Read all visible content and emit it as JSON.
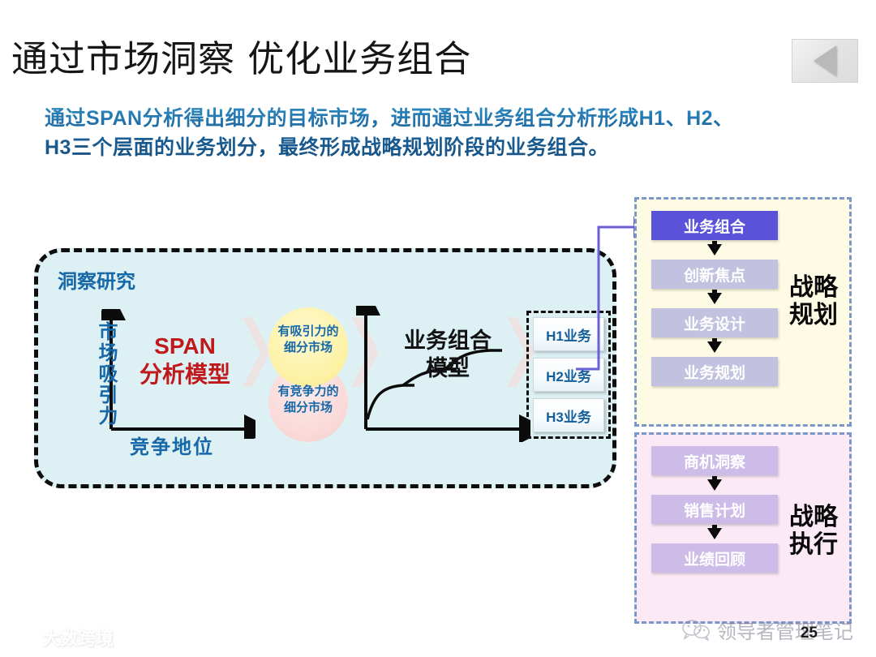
{
  "header": {
    "title": "通过市场洞察 优化业务组合",
    "nav_back_icon": "triangle-left-icon"
  },
  "subtitle": {
    "line1": "通过SPAN分析得出细分的目标市场，进而通过业务组合分析形成H1、H2、",
    "line2": "H3三个层面的业务划分，最终形成战略规划阶段的业务组合。",
    "color": "#1b5f96"
  },
  "insight_panel": {
    "title": "洞察研究",
    "span_chart": {
      "y_axis_label": "市场吸引力",
      "x_axis_label": "竞争地位",
      "model_label_line1": "SPAN",
      "model_label_line2": "分析模型",
      "model_label_color": "#c0191b"
    },
    "segments": {
      "attractive": "有吸引力的细分市场",
      "attractive_line1": "有吸引力的",
      "attractive_line2": "细分市场",
      "attractive_color": "#fae98c",
      "competitive": "有竞争力的细分市场",
      "competitive_line1": "有竞争力的",
      "competitive_line2": "细分市场",
      "competitive_color": "#f7cfcf"
    },
    "portfolio_chart": {
      "label_line1": "业务组合",
      "label_line2": "模型"
    },
    "horizons": [
      {
        "label": "H1业务"
      },
      {
        "label": "H2业务"
      },
      {
        "label": "H3业务"
      }
    ]
  },
  "planning_panel": {
    "stage_label_line1": "战略",
    "stage_label_line2": "规划",
    "background": "#fdfbe4",
    "steps": [
      {
        "label": "业务组合",
        "highlighted": true,
        "color": "#5a52d8"
      },
      {
        "label": "创新焦点",
        "highlighted": false,
        "color": "#c2c2e0"
      },
      {
        "label": "业务设计",
        "highlighted": false,
        "color": "#c2c2e0"
      },
      {
        "label": "业务规划",
        "highlighted": false,
        "color": "#c2c2e0"
      }
    ]
  },
  "execution_panel": {
    "stage_label_line1": "战略",
    "stage_label_line2": "执行",
    "background": "#fbe9f6",
    "steps": [
      {
        "label": "商机洞察",
        "color": "#cdbbe8"
      },
      {
        "label": "销售计划",
        "color": "#cdbbe8"
      },
      {
        "label": "业绩回顾",
        "color": "#cdbbe8"
      }
    ]
  },
  "footer": {
    "watermark_left": "大数跨境",
    "watermark_left_icon": "logo-icon",
    "watermark_right": "领导者管理笔记",
    "watermark_right_icon": "wechat-icon",
    "page_number": "25"
  }
}
